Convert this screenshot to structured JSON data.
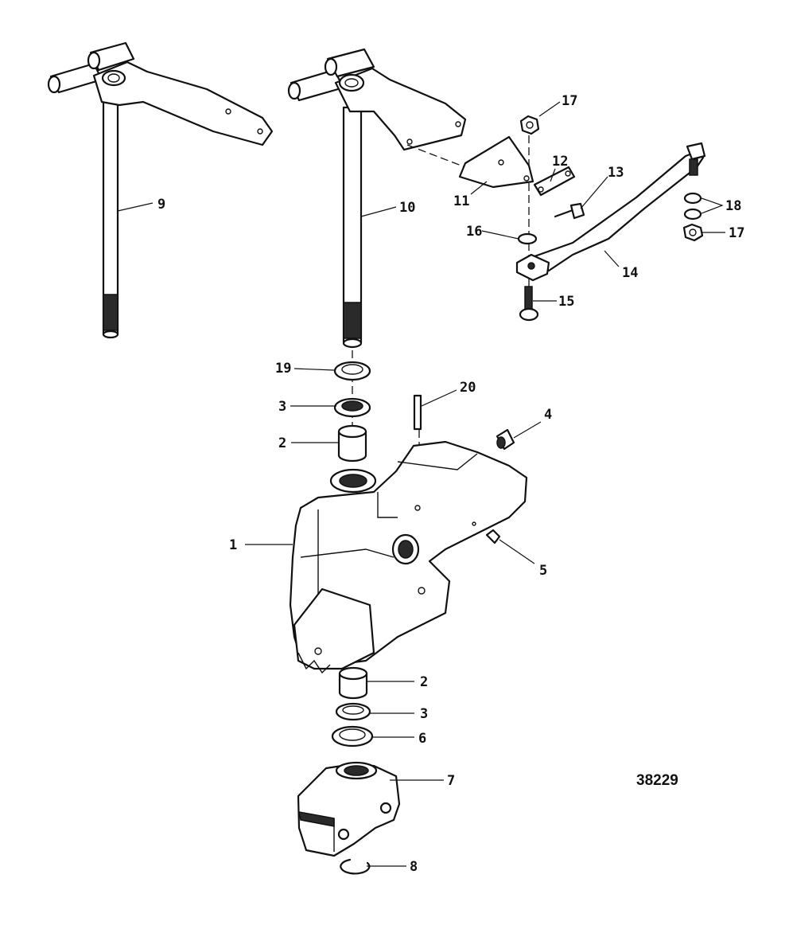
{
  "reference_number": "38229",
  "callouts": {
    "c1": "1",
    "c2a": "2",
    "c2b": "2",
    "c3a": "3",
    "c3b": "3",
    "c4": "4",
    "c5": "5",
    "c6": "6",
    "c7": "7",
    "c8": "8",
    "c9": "9",
    "c10": "10",
    "c11": "11",
    "c12": "12",
    "c13": "13",
    "c14": "14",
    "c15": "15",
    "c16": "16",
    "c17a": "17",
    "c17b": "17",
    "c18": "18",
    "c19": "19",
    "c20": "20"
  }
}
